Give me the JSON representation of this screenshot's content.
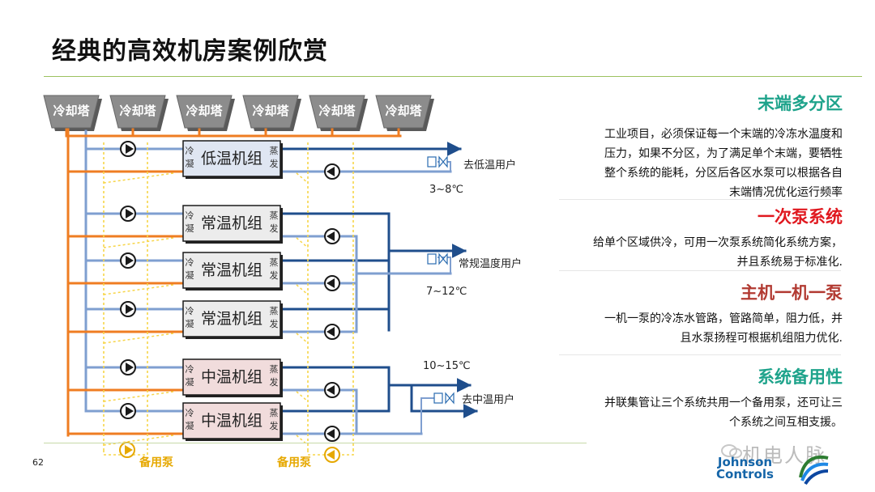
{
  "page": {
    "title": "经典的高效机房案例欣赏",
    "page_number": "62"
  },
  "diagram": {
    "cooling_tower_label": "冷却塔",
    "cooling_tower_count": 6,
    "chillers": [
      {
        "name": "低温机组",
        "cond": [
          "冷",
          "凝"
        ],
        "evap": [
          "蒸",
          "发"
        ]
      },
      {
        "name": "常温机组",
        "cond": [
          "冷",
          "凝"
        ],
        "evap": [
          "蒸",
          "发"
        ]
      },
      {
        "name": "常温机组",
        "cond": [
          "冷",
          "凝"
        ],
        "evap": [
          "蒸",
          "发"
        ]
      },
      {
        "name": "常温机组",
        "cond": [
          "冷",
          "凝"
        ],
        "evap": [
          "蒸",
          "发"
        ]
      },
      {
        "name": "中温机组",
        "cond": [
          "冷",
          "凝"
        ],
        "evap": [
          "蒸",
          "发"
        ]
      },
      {
        "name": "中温机组",
        "cond": [
          "冷",
          "凝"
        ],
        "evap": [
          "蒸",
          "发"
        ]
      }
    ],
    "users": [
      {
        "label": "去低温用户",
        "temp": "3~8℃"
      },
      {
        "label": "常规温度用户",
        "temp": "7~12℃"
      },
      {
        "label": "去中温用户",
        "temp": "10~15℃"
      }
    ],
    "standby_pump_label": "备用泵",
    "colors": {
      "supply": "#1f4e8c",
      "return": "#7f9fd0",
      "condenser": "#ef7d22",
      "standby": "#f7d548",
      "tower": "#7f7f7f"
    }
  },
  "panel": {
    "sections": [
      {
        "heading": "末端多分区",
        "color": "#1ea38b",
        "lines": [
          "工业项目，必须保证每一个末端的冷冻水温度和",
          "压力，如果不分区，为了满足单个末端，要牺牲",
          "整个系统的能耗，分区后各区水泵可以根据各自",
          "末端情况优化运行频率"
        ]
      },
      {
        "heading": "一次泵系统",
        "color": "#e0181f",
        "lines": [
          "给单个区域供冷，可用一次泵系统简化系统方案，",
          "并且系统易于标准化."
        ]
      },
      {
        "heading": "主机一机一泵",
        "color": "#b23a32",
        "lines": [
          "一机一泵的冷冻水管路，管路简单，阻力低，并",
          "且水泵扬程可根据机组阻力优化."
        ]
      },
      {
        "heading": "系统备用性",
        "color": "#1ea38b",
        "lines": [
          "并联集管让三个系统共用一个备用泵，还可让三",
          "个系统之间互相支援。"
        ]
      }
    ]
  },
  "watermark": {
    "text": "机电人脉"
  },
  "brand": {
    "line1": "Johnson",
    "line2": "Controls"
  }
}
